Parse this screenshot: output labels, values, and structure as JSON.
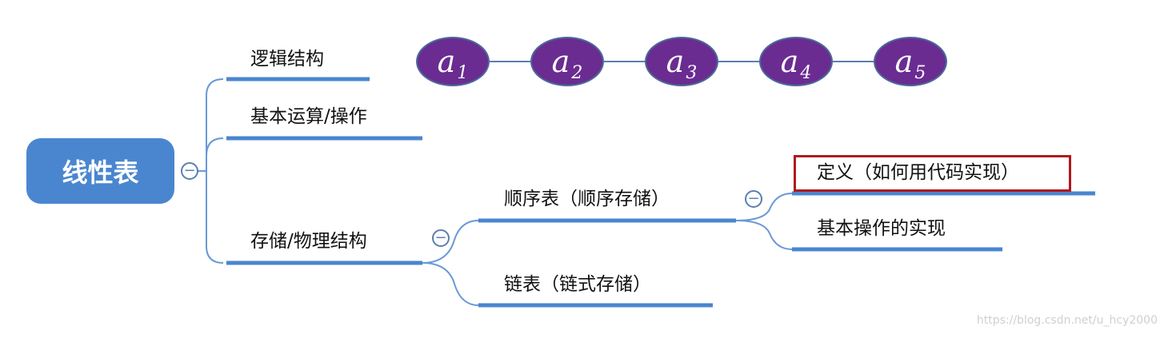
{
  "root": {
    "label": "线性表"
  },
  "branches": {
    "logic": "逻辑结构",
    "ops": "基本运算/操作",
    "storage": "存储/物理结构"
  },
  "storage_children": {
    "sequential": "顺序表（顺序存储）",
    "linked": "链表（链式存储）"
  },
  "sequential_children": {
    "definition": "定义（如何用代码实现）",
    "ops_impl": "基本操作的实现"
  },
  "collapse_icon": "minus-circle-icon",
  "chain": [
    {
      "var": "a",
      "sub": "1"
    },
    {
      "var": "a",
      "sub": "2"
    },
    {
      "var": "a",
      "sub": "3"
    },
    {
      "var": "a",
      "sub": "4"
    },
    {
      "var": "a",
      "sub": "5"
    }
  ],
  "colors": {
    "root_fill": "#4a86cf",
    "branch_line": "#4a86cf",
    "node_fill": "#6a2c91",
    "highlight_border": "#b0191e"
  },
  "watermark": "https://blog.csdn.net/u_hcy2000"
}
